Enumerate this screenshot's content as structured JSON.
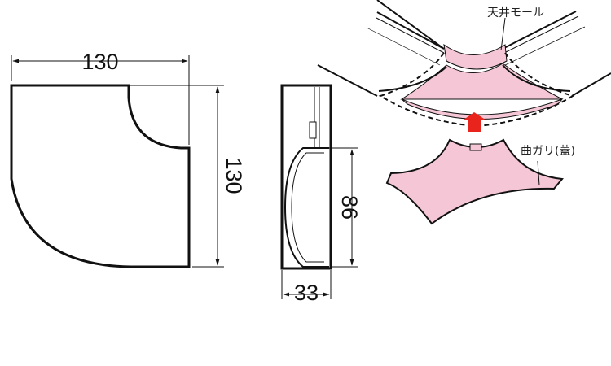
{
  "dimensions": {
    "front_width": "130",
    "front_height": "130",
    "side_height": "86",
    "side_depth": "33"
  },
  "labels": {
    "ceiling_molding": "天井モール",
    "corner_cover": "曲ガリ(蓋)"
  },
  "colors": {
    "part_fill": "#f4c6d6",
    "arrow": "#e8241c"
  }
}
